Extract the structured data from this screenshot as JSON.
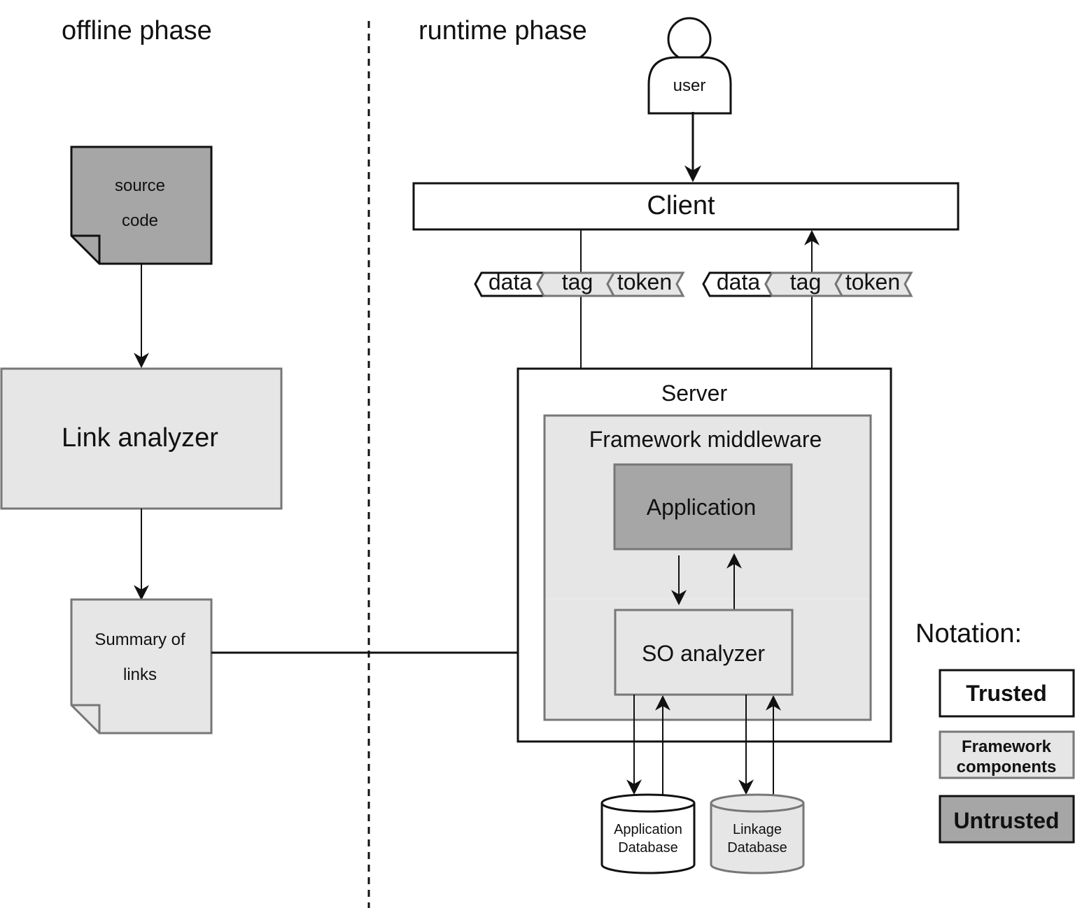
{
  "phases": {
    "offline": "offline phase",
    "runtime": "runtime phase"
  },
  "offline": {
    "source_code": [
      "source",
      "code"
    ],
    "link_analyzer": "Link analyzer",
    "summary": [
      "Summary of",
      "links"
    ]
  },
  "runtime": {
    "user": "user",
    "client": "Client",
    "server": "Server",
    "middleware": "Framework middleware",
    "application": "Application",
    "so_analyzer": "SO analyzer",
    "app_db": [
      "Application",
      "Database"
    ],
    "link_db": [
      "Linkage",
      "Database"
    ]
  },
  "messages": {
    "request": {
      "data": "data",
      "tag": "tag",
      "token": "token"
    },
    "response": {
      "data": "data",
      "tag": "tag",
      "token": "token"
    }
  },
  "notation": {
    "title": "Notation:",
    "trusted": "Trusted",
    "framework": [
      "Framework",
      "components"
    ],
    "untrusted": "Untrusted"
  },
  "colors": {
    "trusted": "#ffffff",
    "framework": "#e6e6e6",
    "untrusted": "#a6a6a6",
    "stroke": "#111111",
    "framework_stroke": "#777777"
  }
}
